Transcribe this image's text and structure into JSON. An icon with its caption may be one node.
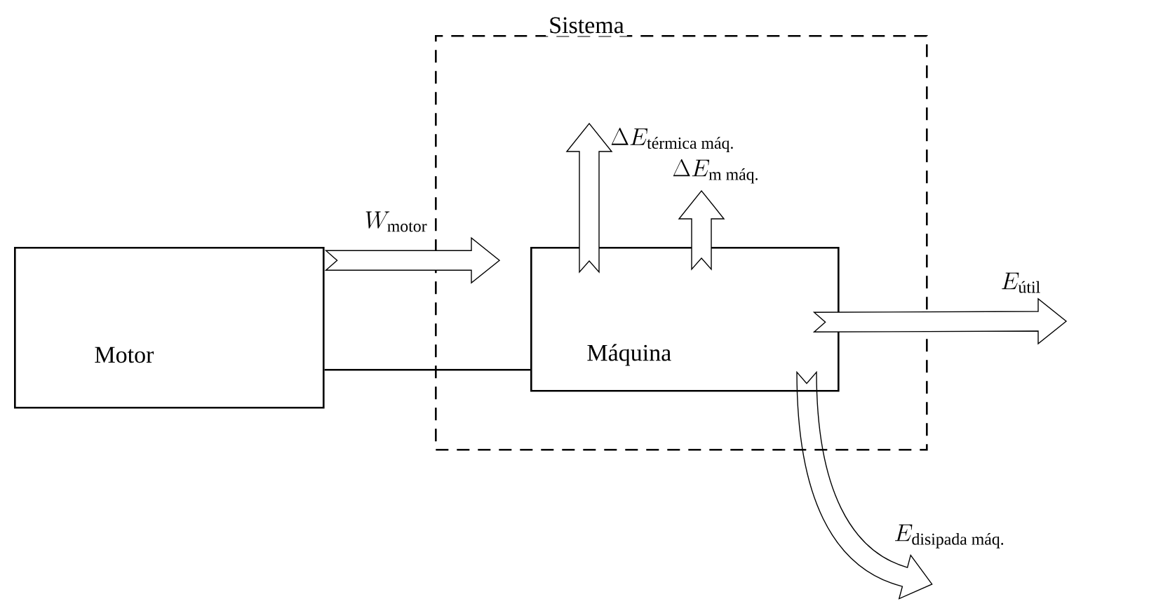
{
  "diagram": {
    "nodes": [
      {
        "text": [
          "Motor"
        ]
      },
      {
        "text": [
          "Sistema"
        ]
      },
      {
        "text": [
          "Máquina"
        ],
        "in": 1
      }
    ],
    "edges": [
      {
        "from": 0,
        "to": 2,
        "arrow": "to",
        "label": "W_{\\text{motor}}"
      },
      {
        "from": 0,
        "to": 2,
        "arrow": "none"
      },
      {
        "from": 2,
        "to": null,
        "arrow": "to",
        "label": "\\Delta E_{\\text{térmica máq.}}"
      },
      {
        "from": 2,
        "to": null,
        "arrow": "to",
        "label": "\\Delta E_{\\text{m máq.}}"
      },
      {
        "from": 2,
        "to": null,
        "arrow": "to",
        "label": "E_{\\text{útil}}"
      },
      {
        "from": 2,
        "to": null,
        "arrow": "to",
        "label": "E_{\\text{disipada máq.}}"
      }
    ]
  }
}
